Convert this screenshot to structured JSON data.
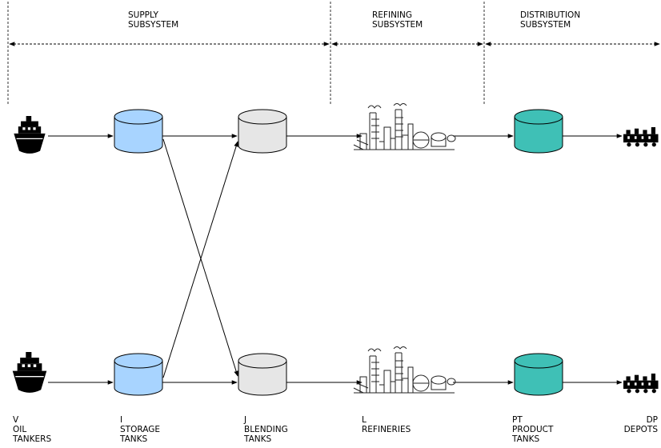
{
  "subsystems": [
    {
      "line1": "SUPPLY",
      "line2": "SUBSYSTEM"
    },
    {
      "line1": "REFINING",
      "line2": "SUBSYSTEM"
    },
    {
      "line1": "DISTRIBUTION",
      "line2": "SUBSYSTEM"
    }
  ],
  "stages": [
    {
      "code": "V",
      "name1": "OIL",
      "name2": "TANKERS"
    },
    {
      "code": "I",
      "name1": "STORAGE",
      "name2": "TANKS"
    },
    {
      "code": "J",
      "name1": "BLENDING",
      "name2": "TANKS"
    },
    {
      "code": "L",
      "name1": "REFINERIES",
      "name2": ""
    },
    {
      "code": "PT",
      "name1": "PRODUCT",
      "name2": "TANKS"
    },
    {
      "code": "DP",
      "name1": "DEPOTS",
      "name2": ""
    }
  ],
  "colors": {
    "storage_tank": "#a8d4ff",
    "blending_tank": "#e6e6e6",
    "product_tank": "#3fc0b6",
    "line": "#000000",
    "divider": "#333333"
  },
  "icons": [
    "oil-tanker-icon",
    "refinery-icon",
    "depot-icon"
  ]
}
